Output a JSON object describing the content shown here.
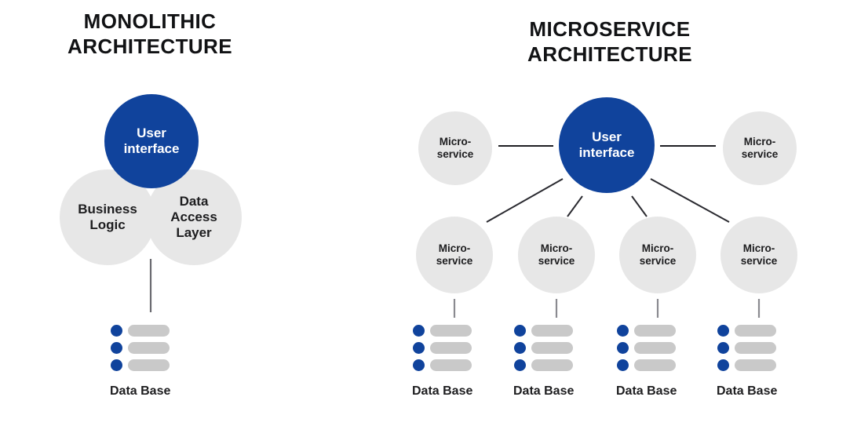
{
  "panels": {
    "monolithic": {
      "title": "MONOLITHIC\nARCHITECTURE",
      "nodes": {
        "user_interface": "User\ninterface",
        "business_logic": "Business\nLogic",
        "data_access_layer": "Data\nAccess\nLayer"
      },
      "database": {
        "caption": "Data Base",
        "dot_count": 3,
        "bar_count": 3
      }
    },
    "microservice": {
      "title": "MICROSERVICE\nARCHITECTURE",
      "center_node": "User\ninterface",
      "service_label": "Micro-\nservice",
      "top_services": [
        {
          "label": "Micro-\nservice"
        },
        {
          "label": "Micro-\nservice"
        }
      ],
      "bottom_services": [
        {
          "label": "Micro-\nservice"
        },
        {
          "label": "Micro-\nservice"
        },
        {
          "label": "Micro-\nservice"
        },
        {
          "label": "Micro-\nservice"
        }
      ],
      "databases": [
        {
          "caption": "Data Base"
        },
        {
          "caption": "Data Base"
        },
        {
          "caption": "Data Base"
        },
        {
          "caption": "Data Base"
        }
      ]
    }
  },
  "colors": {
    "brand_blue": "#10439C",
    "node_grey": "#E7E7E7",
    "bar_grey": "#C9C9C9",
    "connector": "#4A4A4F",
    "text_dark": "#1D1D1F",
    "background": "#FFFFFF"
  },
  "diagram_data": {
    "type": "diagram",
    "comparison": [
      "Monolithic Architecture",
      "Microservice Architecture"
    ],
    "monolithic_components": [
      "User interface",
      "Business Logic",
      "Data Access Layer",
      "Data Base"
    ],
    "monolithic_database_count": 1,
    "microservice_total_services": 6,
    "microservice_database_count": 4
  }
}
